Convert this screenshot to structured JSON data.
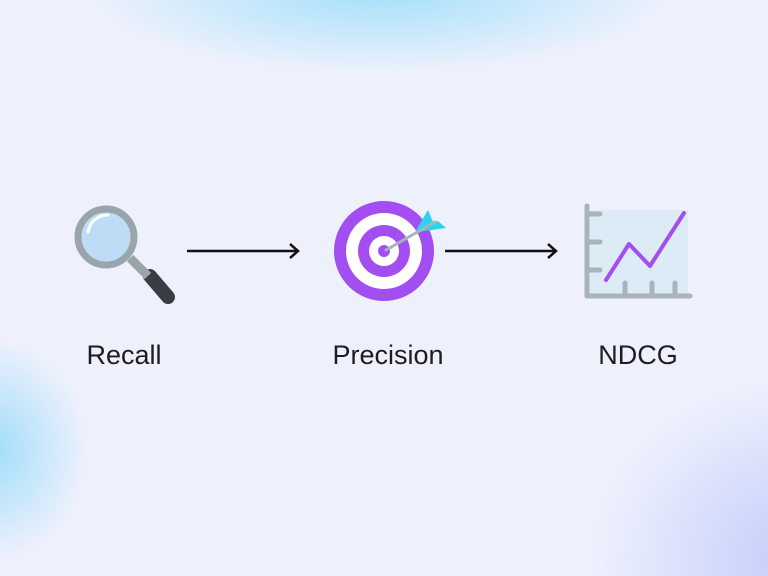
{
  "steps": [
    {
      "label": "Recall",
      "icon": "magnifying-glass-icon"
    },
    {
      "label": "Precision",
      "icon": "target-icon"
    },
    {
      "label": "NDCG",
      "icon": "line-chart-icon"
    }
  ],
  "colors": {
    "accent": "#a24ef0",
    "arrow": "#111111",
    "dart": "#2ad4f0",
    "gray": "#a9b3ba"
  }
}
